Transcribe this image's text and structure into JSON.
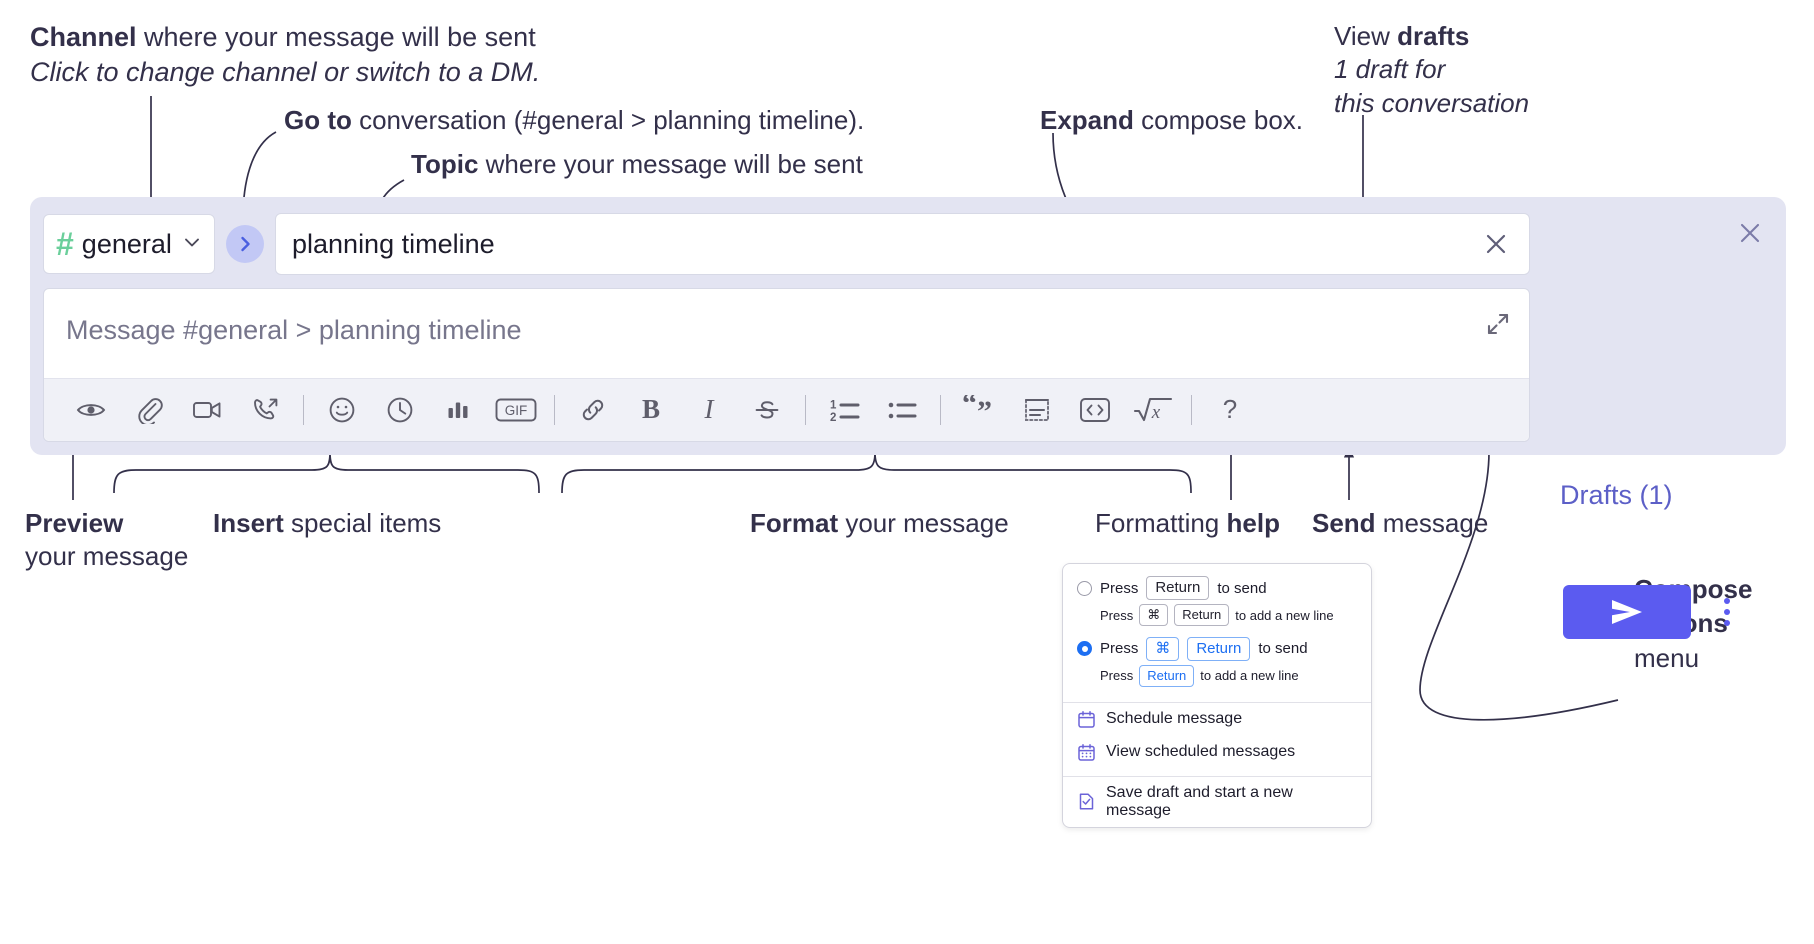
{
  "annotations": {
    "channel": {
      "bold": "Channel",
      "rest": " where your message will be sent",
      "italic": "Click to change channel or switch to a DM."
    },
    "goto": {
      "bold": "Go to",
      "rest": " conversation (#general > planning timeline)."
    },
    "topic": {
      "bold": "Topic",
      "rest": " where your message will be sent"
    },
    "expand": {
      "bold": "Expand",
      "rest": " compose box."
    },
    "drafts": {
      "bold_lead": "View ",
      "bold": "drafts",
      "italic1": "1 draft for",
      "italic2": "this conversation"
    },
    "preview": {
      "bold": "Preview",
      "rest": "your message"
    },
    "insert": {
      "bold": "Insert",
      "rest": " special items"
    },
    "format": {
      "bold": "Format",
      "rest": " your message"
    },
    "help": {
      "lead": "Formatting ",
      "bold": "help"
    },
    "send": {
      "bold": "Send",
      "rest": " message"
    },
    "compose_options": {
      "bold1": "Compose",
      "bold2": "options",
      "rest": "menu"
    }
  },
  "compose": {
    "channel_name": "general",
    "hash_glyph": "#",
    "topic_value": "planning timeline",
    "message_placeholder": "Message #general > planning timeline",
    "drafts_label": "Drafts (1)",
    "icons": {
      "channel_chevron": "chevron-down-icon",
      "goto": "chevron-right-icon",
      "topic_clear": "close-icon",
      "expand": "expand-icon",
      "panel_close": "close-icon",
      "send": "send-icon",
      "compose_options": "kebab-menu-icon"
    },
    "toolbar": [
      {
        "name": "preview-icon",
        "label": "Preview"
      },
      {
        "name": "attachment-icon",
        "label": "Attach file"
      },
      {
        "name": "video-icon",
        "label": "Record video clip"
      },
      {
        "name": "audio-call-icon",
        "label": "Record audio clip"
      },
      {
        "name": "separator",
        "label": ""
      },
      {
        "name": "emoji-icon",
        "label": "Emoji"
      },
      {
        "name": "clock-icon",
        "label": "Schedule"
      },
      {
        "name": "poll-icon",
        "label": "Poll"
      },
      {
        "name": "gif-icon",
        "label": "GIF"
      },
      {
        "name": "separator",
        "label": ""
      },
      {
        "name": "link-icon",
        "label": "Link"
      },
      {
        "name": "bold-icon",
        "label": "B"
      },
      {
        "name": "italic-icon",
        "label": "I"
      },
      {
        "name": "strikethrough-icon",
        "label": "S"
      },
      {
        "name": "separator",
        "label": ""
      },
      {
        "name": "ordered-list-icon",
        "label": "Ordered list"
      },
      {
        "name": "bulleted-list-icon",
        "label": "Bulleted list"
      },
      {
        "name": "separator",
        "label": ""
      },
      {
        "name": "blockquote-icon",
        "label": "Blockquote"
      },
      {
        "name": "code-block-icon",
        "label": "Code block"
      },
      {
        "name": "code-icon",
        "label": "Code"
      },
      {
        "name": "math-icon",
        "label": "Math"
      },
      {
        "name": "separator",
        "label": ""
      },
      {
        "name": "help-icon",
        "label": "?"
      }
    ]
  },
  "compose_menu": {
    "option1": {
      "selected": false,
      "pre": "Press",
      "key": "Return",
      "post": "to send",
      "sub_pre": "Press",
      "sub_key1": "⌘",
      "sub_key2": "Return",
      "sub_post": "to add a new line"
    },
    "option2": {
      "selected": true,
      "pre": "Press",
      "key1": "⌘",
      "key2": "Return",
      "post": "to send",
      "sub_pre": "Press",
      "sub_key": "Return",
      "sub_post": "to add a new line"
    },
    "items": [
      {
        "icon": "calendar-icon",
        "label": "Schedule message"
      },
      {
        "icon": "calendar-grid-icon",
        "label": "View scheduled messages"
      },
      {
        "icon": "save-draft-icon",
        "label": "Save draft and start a new message"
      }
    ]
  },
  "colors": {
    "panel_bg": "#e3e4f2",
    "accent": "#5b5bf0",
    "drafts_text": "#5c5fc7",
    "hash_green": "#6bcf9b",
    "radio_blue": "#1d6ff2"
  }
}
